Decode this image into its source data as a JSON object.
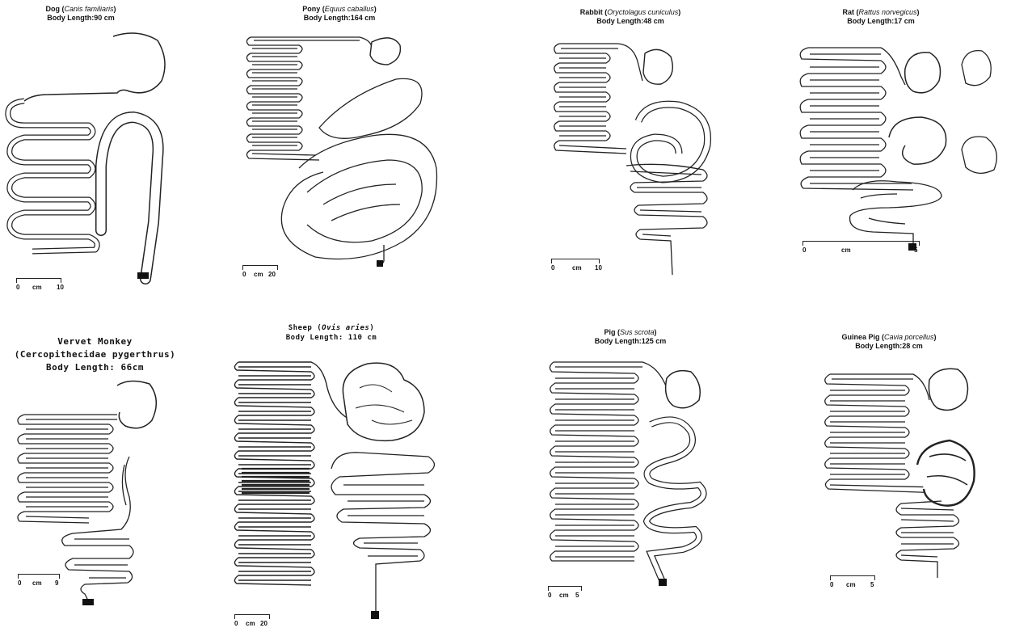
{
  "panels": [
    {
      "common": "Dog",
      "sci": "Canis familiaris",
      "length": "Body Length:90 cm",
      "scale": [
        "0",
        "cm",
        "10"
      ]
    },
    {
      "common": "Pony",
      "sci": "Equus caballus",
      "length": "Body Length:164 cm",
      "scale": [
        "0",
        "cm",
        "20"
      ]
    },
    {
      "common": "Rabbit",
      "sci": "Oryctolagus cuniculus",
      "length": "Body Length:48 cm",
      "scale": [
        "0",
        "cm",
        "10"
      ]
    },
    {
      "common": "Rat",
      "sci": "Rattus norvegicus",
      "length": "Body Length:17 cm",
      "scale": [
        "0",
        "cm",
        "5"
      ]
    },
    {
      "common": "Vervet Monkey",
      "sci": "Cercopithecidae pygerthrus",
      "length": "Body Length: 66cm",
      "scale": [
        "0",
        "cm",
        "9"
      ]
    },
    {
      "common": "Sheep",
      "sci": "Ovis aries",
      "length": "Body Length: 110 cm",
      "scale": [
        "0",
        "cm",
        "20"
      ]
    },
    {
      "common": "Pig",
      "sci": "Sus scrota",
      "length": "Body Length:125 cm",
      "scale": [
        "0",
        "cm",
        "5"
      ]
    },
    {
      "common": "Guinea Pig",
      "sci": "Cavia porcellus",
      "length": "Body Length:28 cm",
      "scale": [
        "0",
        "cm",
        "5"
      ]
    }
  ]
}
